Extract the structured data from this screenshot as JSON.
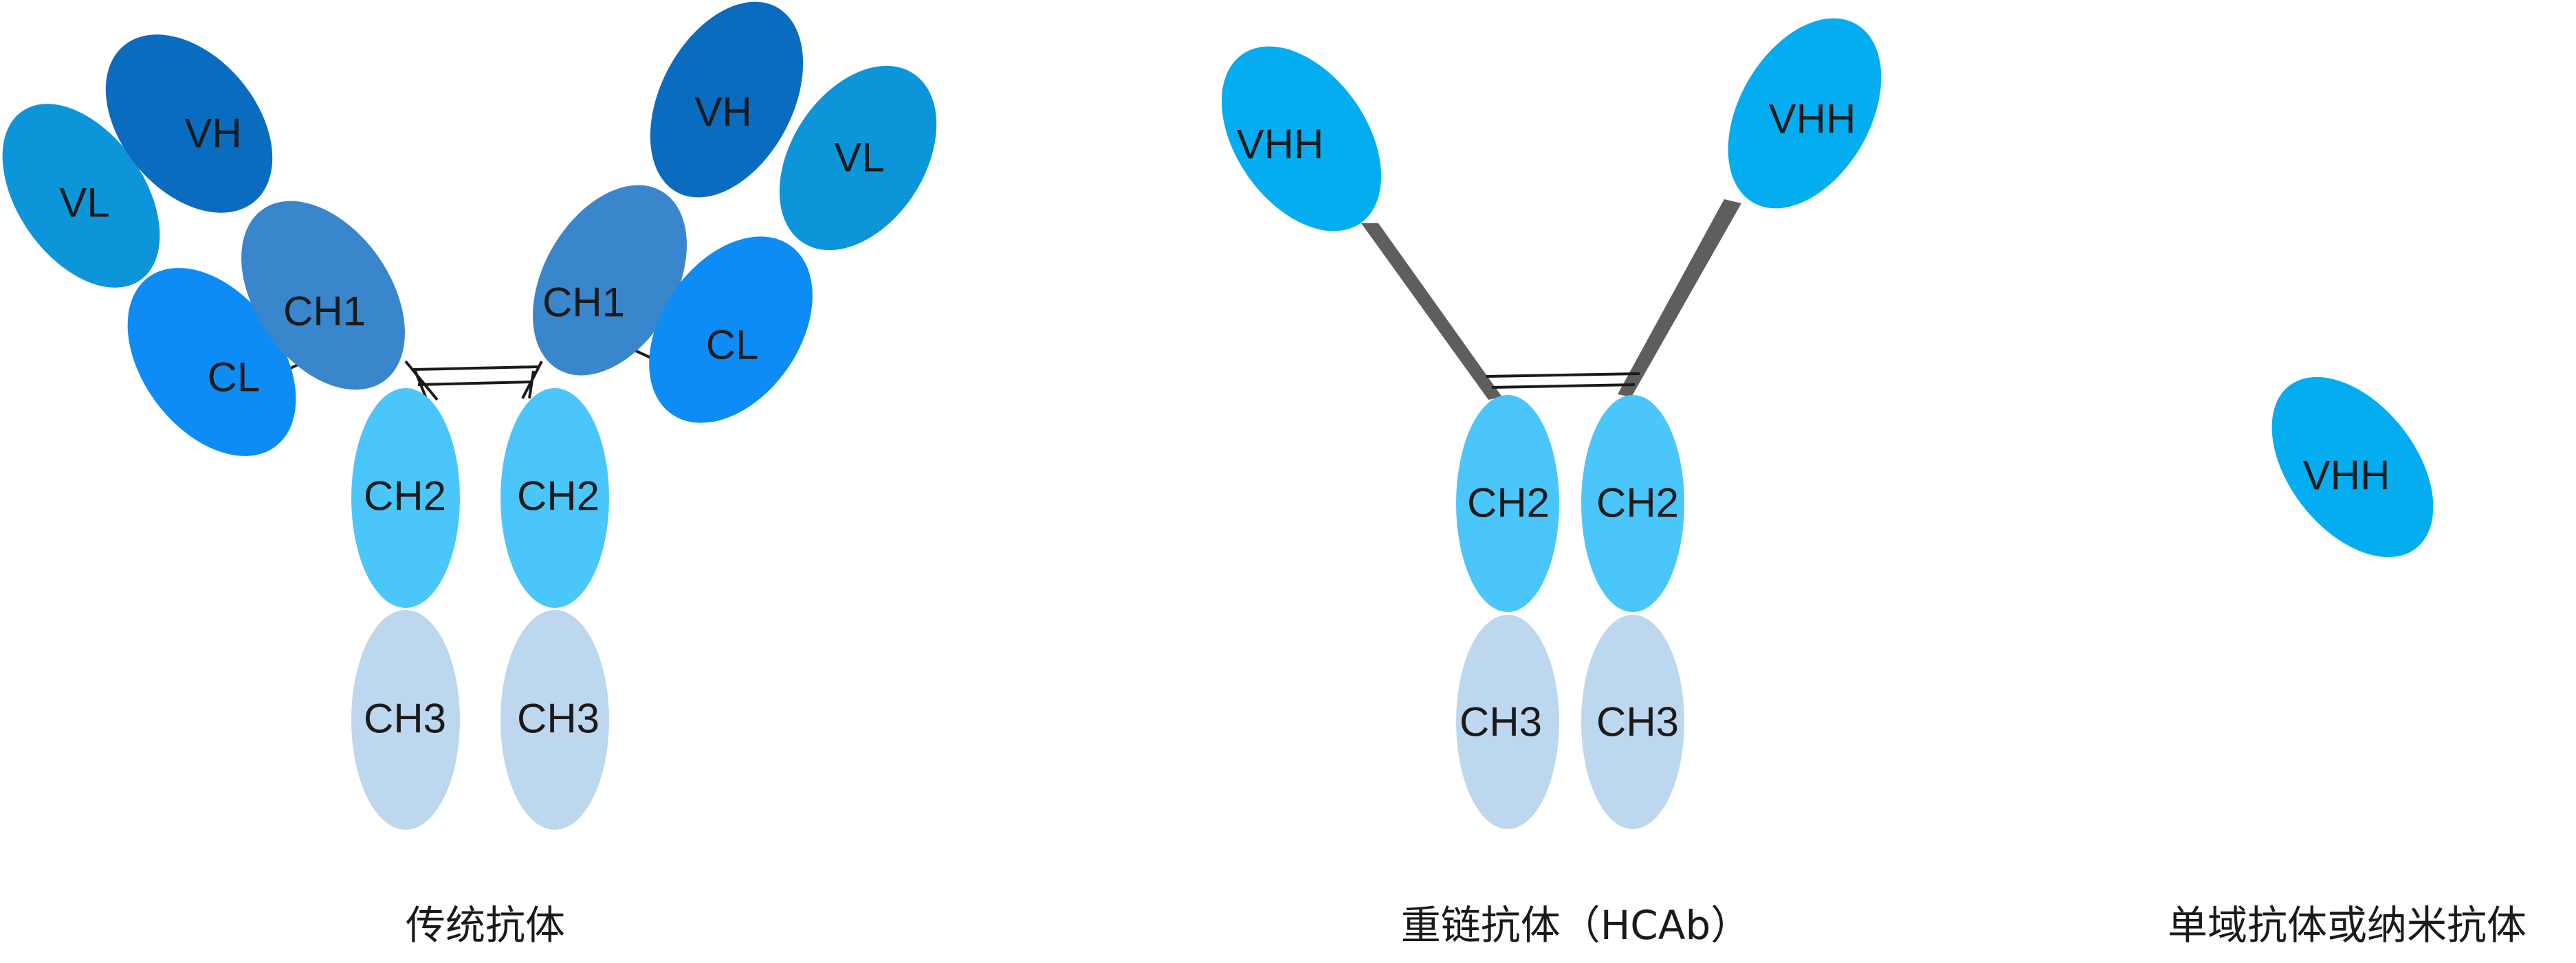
{
  "colors": {
    "VH": "#0a6cbf",
    "VL": "#0d95da",
    "CH1": "#3a86cc",
    "CL": "#0d8cf5",
    "CH2": "#4bc6fb",
    "CH3": "#bdd7ee",
    "VHH": "#04adef",
    "stalk": "#5e5e5e"
  },
  "conventional": {
    "caption": "传统抗体",
    "left_arm": {
      "vh": "VH",
      "vl": "VL",
      "ch1": "CH1",
      "cl": "CL"
    },
    "right_arm": {
      "vh": "VH",
      "vl": "VL",
      "ch1": "CH1",
      "cl": "CL"
    },
    "left_fc": {
      "ch2": "CH2",
      "ch3": "CH3"
    },
    "right_fc": {
      "ch2": "CH2",
      "ch3": "CH3"
    }
  },
  "hcab": {
    "caption": "重链抗体（HCAb）",
    "left_vhh": "VHH",
    "right_vhh": "VHH",
    "left_fc": {
      "ch2": "CH2",
      "ch3": "CH3"
    },
    "right_fc": {
      "ch2": "CH2",
      "ch3": "CH3"
    }
  },
  "nanobody": {
    "caption": "单域抗体或纳米抗体",
    "vhh": "VHH"
  }
}
